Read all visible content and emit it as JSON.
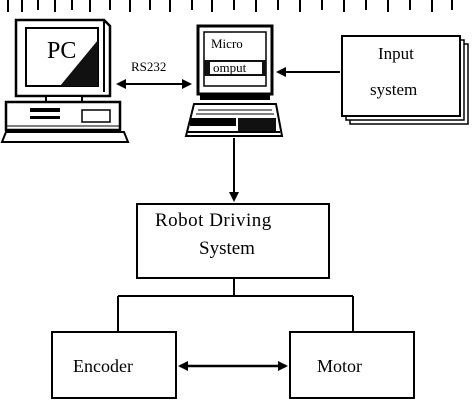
{
  "diagram": {
    "nodes": {
      "pc": {
        "label": "PC"
      },
      "micro": {
        "line1": "Micro",
        "line2": "omput"
      },
      "input": {
        "line1": "Input",
        "line2": "system"
      },
      "robot": {
        "line1": "Robot Driving",
        "line2": "System"
      },
      "encoder": {
        "label": "Encoder"
      },
      "motor": {
        "label": "Motor"
      }
    },
    "edges": {
      "pc_micro": {
        "label": "RS232"
      }
    }
  }
}
